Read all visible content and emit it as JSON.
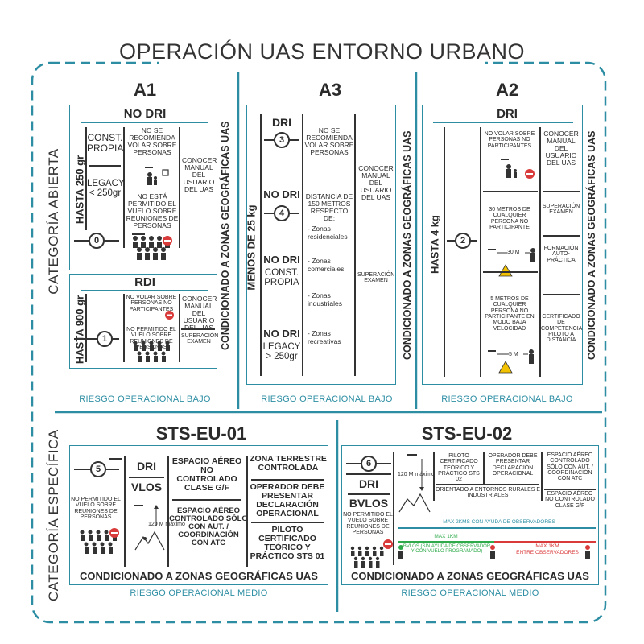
{
  "title": "OPERACIÓN UAS ENTORNO URBANO",
  "colors": {
    "teal": "#2d8ea3",
    "dark": "#333333",
    "green": "#2eaa4a",
    "red": "#d93a3a",
    "warn": "#f2c200"
  },
  "abierta": {
    "side_label": "CATEGORÍA ABIERTA",
    "zonas_label": "CONDICIONADO A ZONAS GEOGRÁFICAS UAS",
    "a1": {
      "title": "A1",
      "nodri": {
        "header": "NO DRI",
        "weight": "HASTA 250 gr",
        "const": "CONST. PROPIA",
        "legacy": "LEGACY < 250gr",
        "no_recom": "NO SE RECOMIENDA VOLAR SOBRE PERSONAS",
        "no_permit": "NO ESTÁ PERMITIDO EL VUELO SOBRE REUNIONES DE PERSONAS",
        "manual": "CONOCER MANUAL DEL USUARIO DEL UAS",
        "num": "0"
      },
      "rdi": {
        "header": "RDI",
        "weight": "HASTA 900 gr",
        "no_volar": "NO VOLAR SOBRE PERSONAS NO PARTICIPANTES",
        "no_permit": "NO PERMITIDO EL VUELO SOBRE REUNIONES DE PERSONAS",
        "manual": "CONOCER MANUAL DEL USUARIO DEL UAS",
        "exam": "SUPERACIÓN EXAMEN",
        "num": "1"
      },
      "risk": "RIESGO OPERACIONAL BAJO"
    },
    "a3": {
      "title": "A3",
      "weight": "MENOS DE 25 kg",
      "dri": "DRI",
      "num": "3",
      "no_recom": "NO SE RECOMIENDA VOLAR SOBRE PERSONAS",
      "nodri1": "NO DRI",
      "num2": "4",
      "distancia": "DISTANCIA DE 150 METROS RESPECTO DE:",
      "zona1": "- Zonas residenciales",
      "nodri2": "NO DRI",
      "const": "CONST. PROPIA",
      "zona2": "- Zonas comerciales",
      "zona3": "- Zonas industriales",
      "nodri3": "NO DRI",
      "legacy": "LEGACY > 250gr",
      "zona4": "- Zonas recreativas",
      "manual": "CONOCER MANUAL DEL USUARIO DEL UAS",
      "exam": "SUPERACIÓN EXAMEN",
      "risk": "RIESGO OPERACIONAL BAJO"
    },
    "a2": {
      "title": "A2",
      "header": "DRI",
      "weight": "HASTA 4 kg",
      "num": "2",
      "no_volar": "NO VOLAR SOBRE PERSONAS NO PARTICIPANTES",
      "dist30": "30 METROS DE CUALQUIER PERSONA NO PARTICIPANTE",
      "m30": "30 M",
      "dist5": "5 METROS DE CUALQUIER PERSONA NO PARTICIPANTE EN MODO BAJA VELOCIDAD",
      "m5": "5 M",
      "manual": "CONOCER MANUAL DEL USUARIO DEL UAS",
      "exam": "SUPERACIÓN EXAMEN",
      "form": "FORMACIÓN AUTO-PRÁCTICA",
      "cert": "CERTIFICADO DE COMPETENCIA PILOTO A DISTANCIA",
      "risk": "RIESGO OPERACIONAL BAJO"
    }
  },
  "especifica": {
    "side_label": "CATEGORÍA ESPECÍFICA",
    "sts01": {
      "title": "STS-EU-01",
      "num": "5",
      "dri": "DRI",
      "vlos": "VLOS",
      "no_permit": "NO PERMITIDO EL VUELO SOBRE REUNIONES DE PERSONAS",
      "altura": "120 M máximo",
      "espacio1": "ESPACIO AÉREO NO CONTROLADO CLASE G/F",
      "espacio2": "ESPACIO AÉREO CONTROLADO SÓLO CON AUT. / COORDINACIÓN CON ATC",
      "zona_terr": "ZONA TERRESTRE CONTROLADA",
      "operador": "OPERADOR DEBE PRESENTAR DECLARACIÓN OPERACIONAL",
      "piloto": "PILOTO CERTIFICADO TEÓRICO Y PRÁCTICO STS 01",
      "zonas": "CONDICIONADO A ZONAS GEOGRÁFICAS UAS",
      "risk": "RIESGO OPERACIONAL MEDIO"
    },
    "sts02": {
      "title": "STS-EU-02",
      "num": "6",
      "dri": "DRI",
      "bvlos": "BVLOS",
      "no_permit": "NO PERMITIDO EL VUELO SOBRE REUNIONES DE PERSONAS",
      "altura": "120 M máximo",
      "piloto": "PILOTO CERTIFICADO TEÓRICO Y PRÁCTICO STS 02",
      "operador": "OPERADOR DEBE PRESENTAR DECLARACIÓN OPERACIONAL",
      "espacio1": "ESPACIO AÉREO CONTROLADO SÓLO CON AUT. / COORDINACIÓN CON ATC",
      "orientado": "ORIENTADO A ENTORNOS RURALES E INDUSTRIALES",
      "espacio2": "ESPACIO AÉREO NO CONTROLADO CLASE G/F",
      "max2": "MAX 2KMS CON AYUDA DE OBSERVADORES",
      "max1a": "MAX 1KM",
      "bvlos_note": "BVLOS (SIN AYUDA DE OBSERVADOR Y CON VUELO PROGRAMADO)",
      "max1b": "MAX 1KM",
      "entre": "ENTRE OBSERVADORES",
      "zonas": "CONDICIONADO A ZONAS GEOGRÁFICAS UAS",
      "risk": "RIESGO OPERACIONAL MEDIO"
    }
  }
}
